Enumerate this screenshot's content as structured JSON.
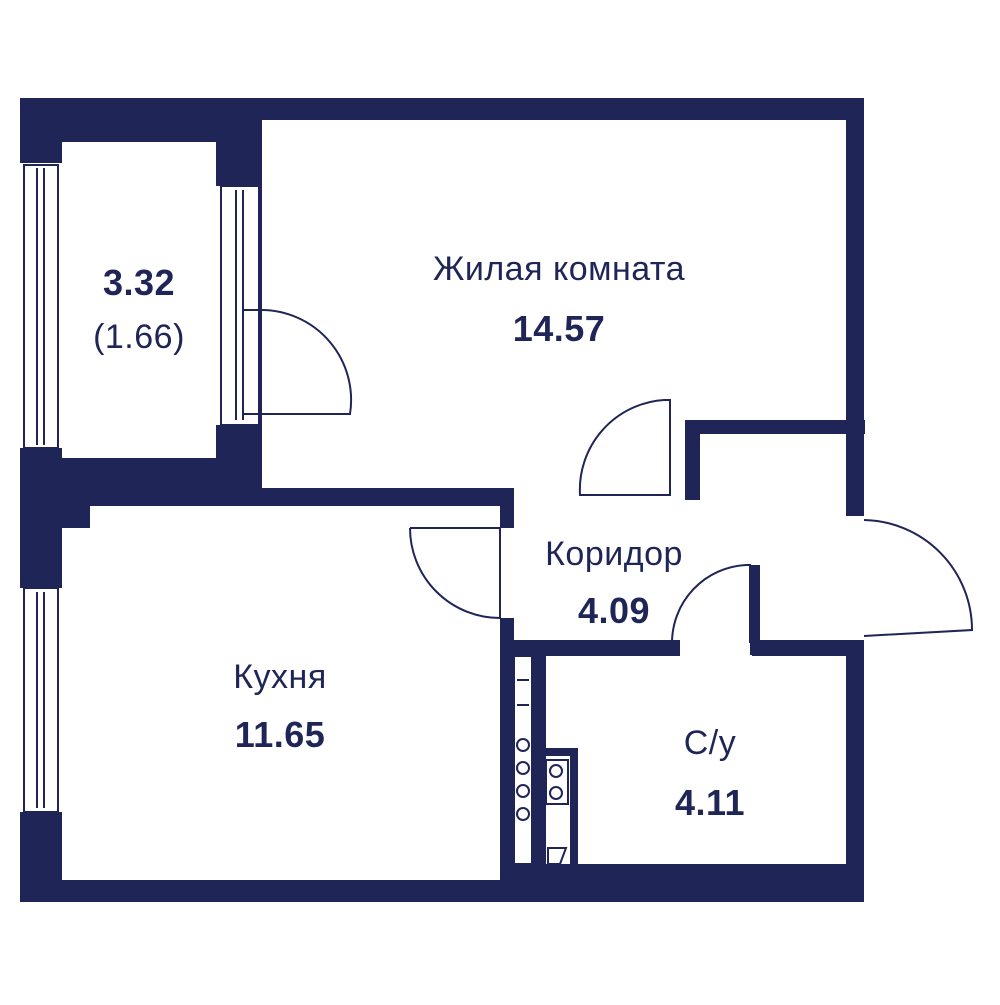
{
  "colors": {
    "wall": "#1f2556",
    "background": "#ffffff"
  },
  "rooms": {
    "balcony": {
      "area": "3.32",
      "reduced_area": "(1.66)"
    },
    "living": {
      "name": "Жилая комната",
      "area": "14.57"
    },
    "corridor": {
      "name": "Коридор",
      "area": "4.09"
    },
    "kitchen": {
      "name": "Кухня",
      "area": "11.65"
    },
    "bathroom": {
      "name": "С/у",
      "area": "4.11"
    }
  }
}
